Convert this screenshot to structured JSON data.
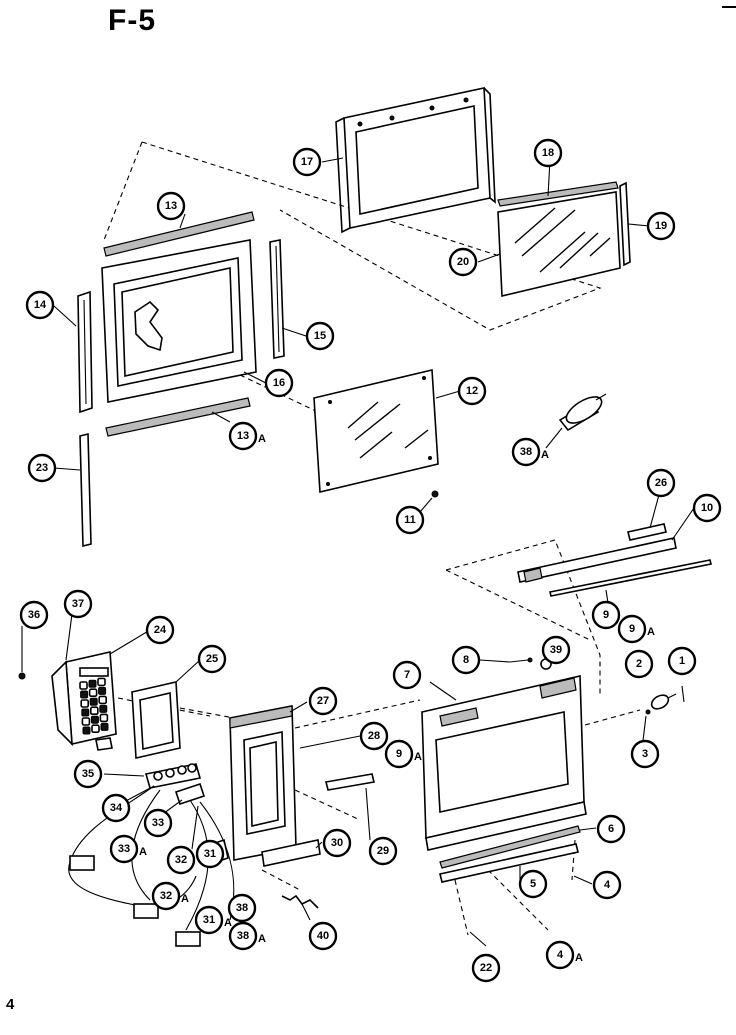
{
  "page": {
    "title": "F-5",
    "number": "4"
  },
  "callouts": [
    {
      "id": "c17",
      "label": "17",
      "suffix": ""
    },
    {
      "id": "c18",
      "label": "18",
      "suffix": ""
    },
    {
      "id": "c19",
      "label": "19",
      "suffix": ""
    },
    {
      "id": "c20",
      "label": "20",
      "suffix": ""
    },
    {
      "id": "c13",
      "label": "13",
      "suffix": ""
    },
    {
      "id": "c14",
      "label": "14",
      "suffix": ""
    },
    {
      "id": "c15",
      "label": "15",
      "suffix": ""
    },
    {
      "id": "c16",
      "label": "16",
      "suffix": ""
    },
    {
      "id": "c13a",
      "label": "13",
      "suffix": "A"
    },
    {
      "id": "c12",
      "label": "12",
      "suffix": ""
    },
    {
      "id": "c23",
      "label": "23",
      "suffix": ""
    },
    {
      "id": "c11",
      "label": "11",
      "suffix": ""
    },
    {
      "id": "c38a",
      "label": "38",
      "suffix": "A"
    },
    {
      "id": "c26",
      "label": "26",
      "suffix": ""
    },
    {
      "id": "c10",
      "label": "10",
      "suffix": ""
    },
    {
      "id": "c9",
      "label": "9",
      "suffix": ""
    },
    {
      "id": "c9a",
      "label": "9",
      "suffix": "A"
    },
    {
      "id": "c36",
      "label": "36",
      "suffix": ""
    },
    {
      "id": "c37",
      "label": "37",
      "suffix": ""
    },
    {
      "id": "c24",
      "label": "24",
      "suffix": ""
    },
    {
      "id": "c25",
      "label": "25",
      "suffix": ""
    },
    {
      "id": "c8",
      "label": "8",
      "suffix": ""
    },
    {
      "id": "c39",
      "label": "39",
      "suffix": ""
    },
    {
      "id": "c2",
      "label": "2",
      "suffix": ""
    },
    {
      "id": "c1",
      "label": "1",
      "suffix": ""
    },
    {
      "id": "c7",
      "label": "7",
      "suffix": ""
    },
    {
      "id": "c27",
      "label": "27",
      "suffix": ""
    },
    {
      "id": "c28",
      "label": "28",
      "suffix": ""
    },
    {
      "id": "c9b",
      "label": "9",
      "suffix": "A"
    },
    {
      "id": "c3",
      "label": "3",
      "suffix": ""
    },
    {
      "id": "c35",
      "label": "35",
      "suffix": ""
    },
    {
      "id": "c34",
      "label": "34",
      "suffix": ""
    },
    {
      "id": "c33",
      "label": "33",
      "suffix": ""
    },
    {
      "id": "c32",
      "label": "32",
      "suffix": ""
    },
    {
      "id": "c31",
      "label": "31",
      "suffix": ""
    },
    {
      "id": "c30",
      "label": "30",
      "suffix": ""
    },
    {
      "id": "c29",
      "label": "29",
      "suffix": ""
    },
    {
      "id": "c6",
      "label": "6",
      "suffix": ""
    },
    {
      "id": "c5",
      "label": "5",
      "suffix": ""
    },
    {
      "id": "c4",
      "label": "4",
      "suffix": ""
    },
    {
      "id": "c33a",
      "label": "33",
      "suffix": "A"
    },
    {
      "id": "c32a",
      "label": "32",
      "suffix": "A"
    },
    {
      "id": "c31a",
      "label": "31",
      "suffix": "A"
    },
    {
      "id": "c38",
      "label": "38",
      "suffix": ""
    },
    {
      "id": "c38b",
      "label": "38",
      "suffix": "A"
    },
    {
      "id": "c40",
      "label": "40",
      "suffix": ""
    },
    {
      "id": "c22",
      "label": "22",
      "suffix": ""
    },
    {
      "id": "c4a",
      "label": "4",
      "suffix": "A"
    }
  ]
}
